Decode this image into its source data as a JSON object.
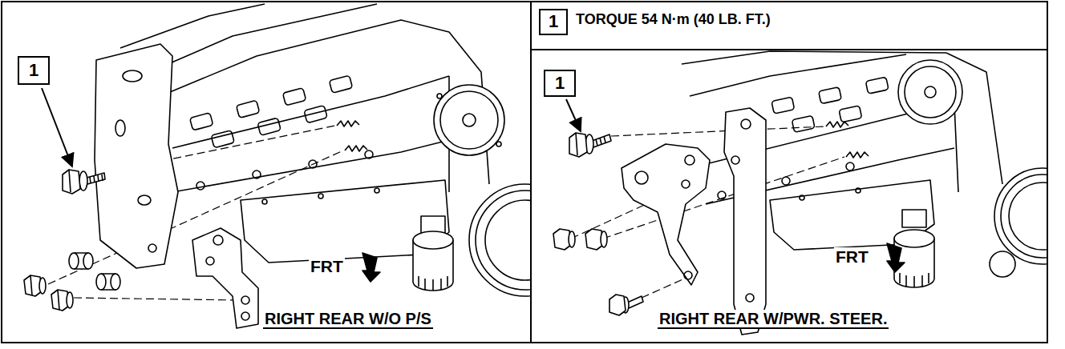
{
  "diagram": {
    "nodes": [
      {
        "text": [
          "1"
        ]
      },
      {
        "text": [
          "1"
        ]
      },
      {
        "text": [
          "1"
        ]
      }
    ],
    "labels": [
      "TORQUE 54 N·m (40 LB. FT.)",
      "FRT",
      "RIGHT REAR W/O P/S",
      "FRT",
      "RIGHT REAR W/PWR. STEER."
    ]
  }
}
